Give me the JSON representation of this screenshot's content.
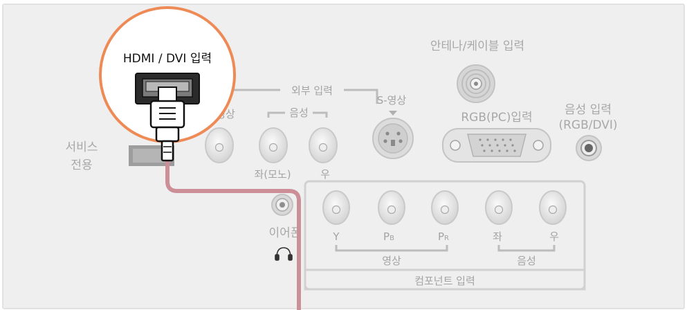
{
  "callout": {
    "label": "HDMI / DVI 입력"
  },
  "labels": {
    "service_line1": "서비스",
    "service_line2": "전용",
    "external_input": "외부 입력",
    "video": "영상",
    "audio": "음성",
    "s_video": "S-영상",
    "antenna": "안테나/케이블 입력",
    "rgb_pc": "RGB(PC)입력",
    "audio_input_line1": "음성 입력",
    "audio_input_line2": "(RGB/DVI)",
    "left_mono": "좌(모노)",
    "right": "우",
    "earphone": "이어폰",
    "component_y": "Y",
    "component_pb": "P",
    "component_pb_sub": "B",
    "component_pr": "P",
    "component_pr_sub": "R",
    "component_left": "좌",
    "component_right": "우",
    "component_video": "영상",
    "component_audio": "음성",
    "component_input": "컴포넌트 입력"
  },
  "colors": {
    "panel": "#efefef",
    "panel_border": "#d8d8d8",
    "callout_ring": "#ee8a55",
    "cable": "#cc8f98"
  }
}
